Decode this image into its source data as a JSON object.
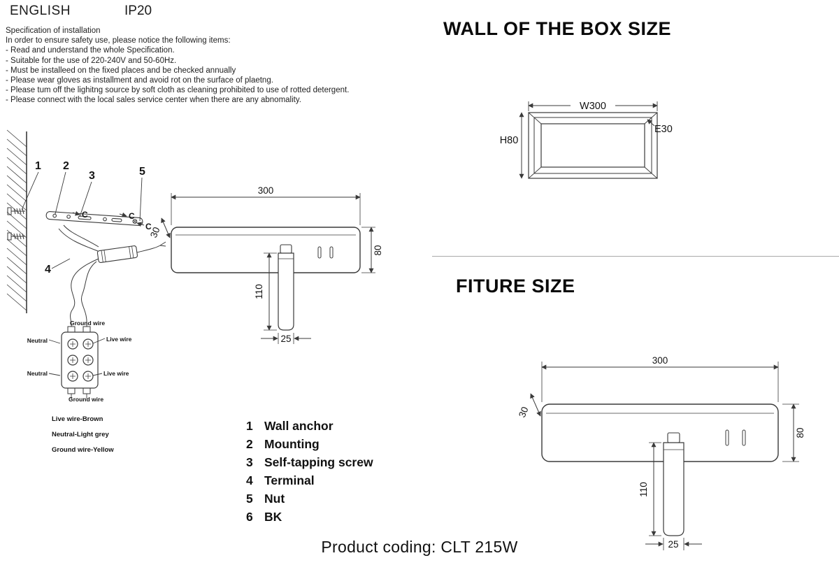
{
  "header": {
    "language": "ENGLISH",
    "ip_rating": "IP20"
  },
  "spec": {
    "title": "Specification of installation",
    "intro": "In order to ensure safety use, please notice the following items:",
    "items": [
      "- Read and understand the whole Specification.",
      "- Suitable for the use of 220-240V and 50-60Hz.",
      "- Must be installeed on the fixed places and be checked annually",
      "- Please wear gloves as installment and avoid rot on the surface of plaetng.",
      "- Please tum off the lighitng source by soft cloth as cleaning prohibited to use of rotted detergent.",
      "- Please connect with the local sales service center when there are any abnomality."
    ]
  },
  "wall_box": {
    "title": "WALL OF THE BOX SIZE",
    "dim_width": "W300",
    "dim_height": "H80",
    "dim_edge": "E30"
  },
  "fixture_section": {
    "title": "FITURE SIZE"
  },
  "fixture_dims": {
    "width": "300",
    "depth": "30",
    "height": "80",
    "tube_length": "110",
    "tube_width": "25"
  },
  "install": {
    "callouts": {
      "c1": "1",
      "c2": "2",
      "c3": "3",
      "c4": "4",
      "c5": "5"
    },
    "bracket_markers": {
      "m1": "C",
      "m2": "C",
      "m3": "C"
    },
    "wiring": {
      "ground_top": "Ground wire",
      "neutral_top": "Neutral",
      "live_top": "Live wire",
      "neutral_bottom": "Neutral",
      "live_bottom": "Live wire",
      "ground_bottom": "Ground wire"
    },
    "legend": {
      "live": "Live wire-Brown",
      "neutral": "Neutral-Light grey",
      "ground": "Ground wire-Yellow"
    }
  },
  "parts_list": [
    {
      "num": "1",
      "label": "Wall anchor"
    },
    {
      "num": "2",
      "label": "Mounting"
    },
    {
      "num": "3",
      "label": "Self-tapping screw"
    },
    {
      "num": "4",
      "label": "Terminal"
    },
    {
      "num": "5",
      "label": "Nut"
    },
    {
      "num": "6",
      "label": "BK"
    }
  ],
  "product_coding": "Product coding: CLT 215W"
}
